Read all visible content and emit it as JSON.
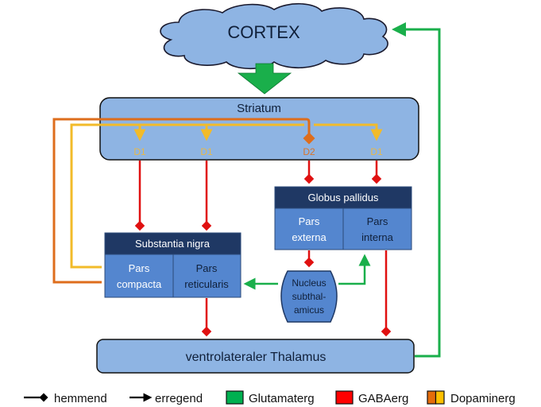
{
  "title": "Basal ganglia circuit",
  "nodes": {
    "cortex": "CORTEX",
    "striatum": "Striatum",
    "receptors": [
      "D1",
      "D1",
      "D2",
      "D1"
    ],
    "globus_pallidus": {
      "title": "Globus pallidus",
      "externa": [
        "Pars",
        "externa"
      ],
      "interna": [
        "Pars",
        "interna"
      ]
    },
    "substantia_nigra": {
      "title": "Substantia nigra",
      "compacta": [
        "Pars",
        "compacta"
      ],
      "reticularis": [
        "Pars",
        "reticularis"
      ]
    },
    "nucleus_subthalamicus": [
      "Nucleus",
      "subthal-",
      "amicus"
    ],
    "thalamus": "ventrolateraler Thalamus"
  },
  "legend": [
    {
      "label": "hemmend",
      "symbol": "diamond-arrow"
    },
    {
      "label": "erregend",
      "symbol": "arrow"
    },
    {
      "label": "Glutamaterg",
      "color": "#00b050"
    },
    {
      "label": "GABAerg",
      "color": "#ff0000"
    },
    {
      "label": "Dopaminerg",
      "colors": [
        "#e46c0a",
        "#ffc000"
      ]
    }
  ],
  "colors": {
    "glutamate": "#1aaf4b",
    "gaba": "#e01010",
    "dopamine_d1": "#f2bb2a",
    "dopamine_d2": "#de6d1c",
    "box_light": "#8eb4e3",
    "box_mid": "#5486cf",
    "box_dark": "#1f3864"
  }
}
